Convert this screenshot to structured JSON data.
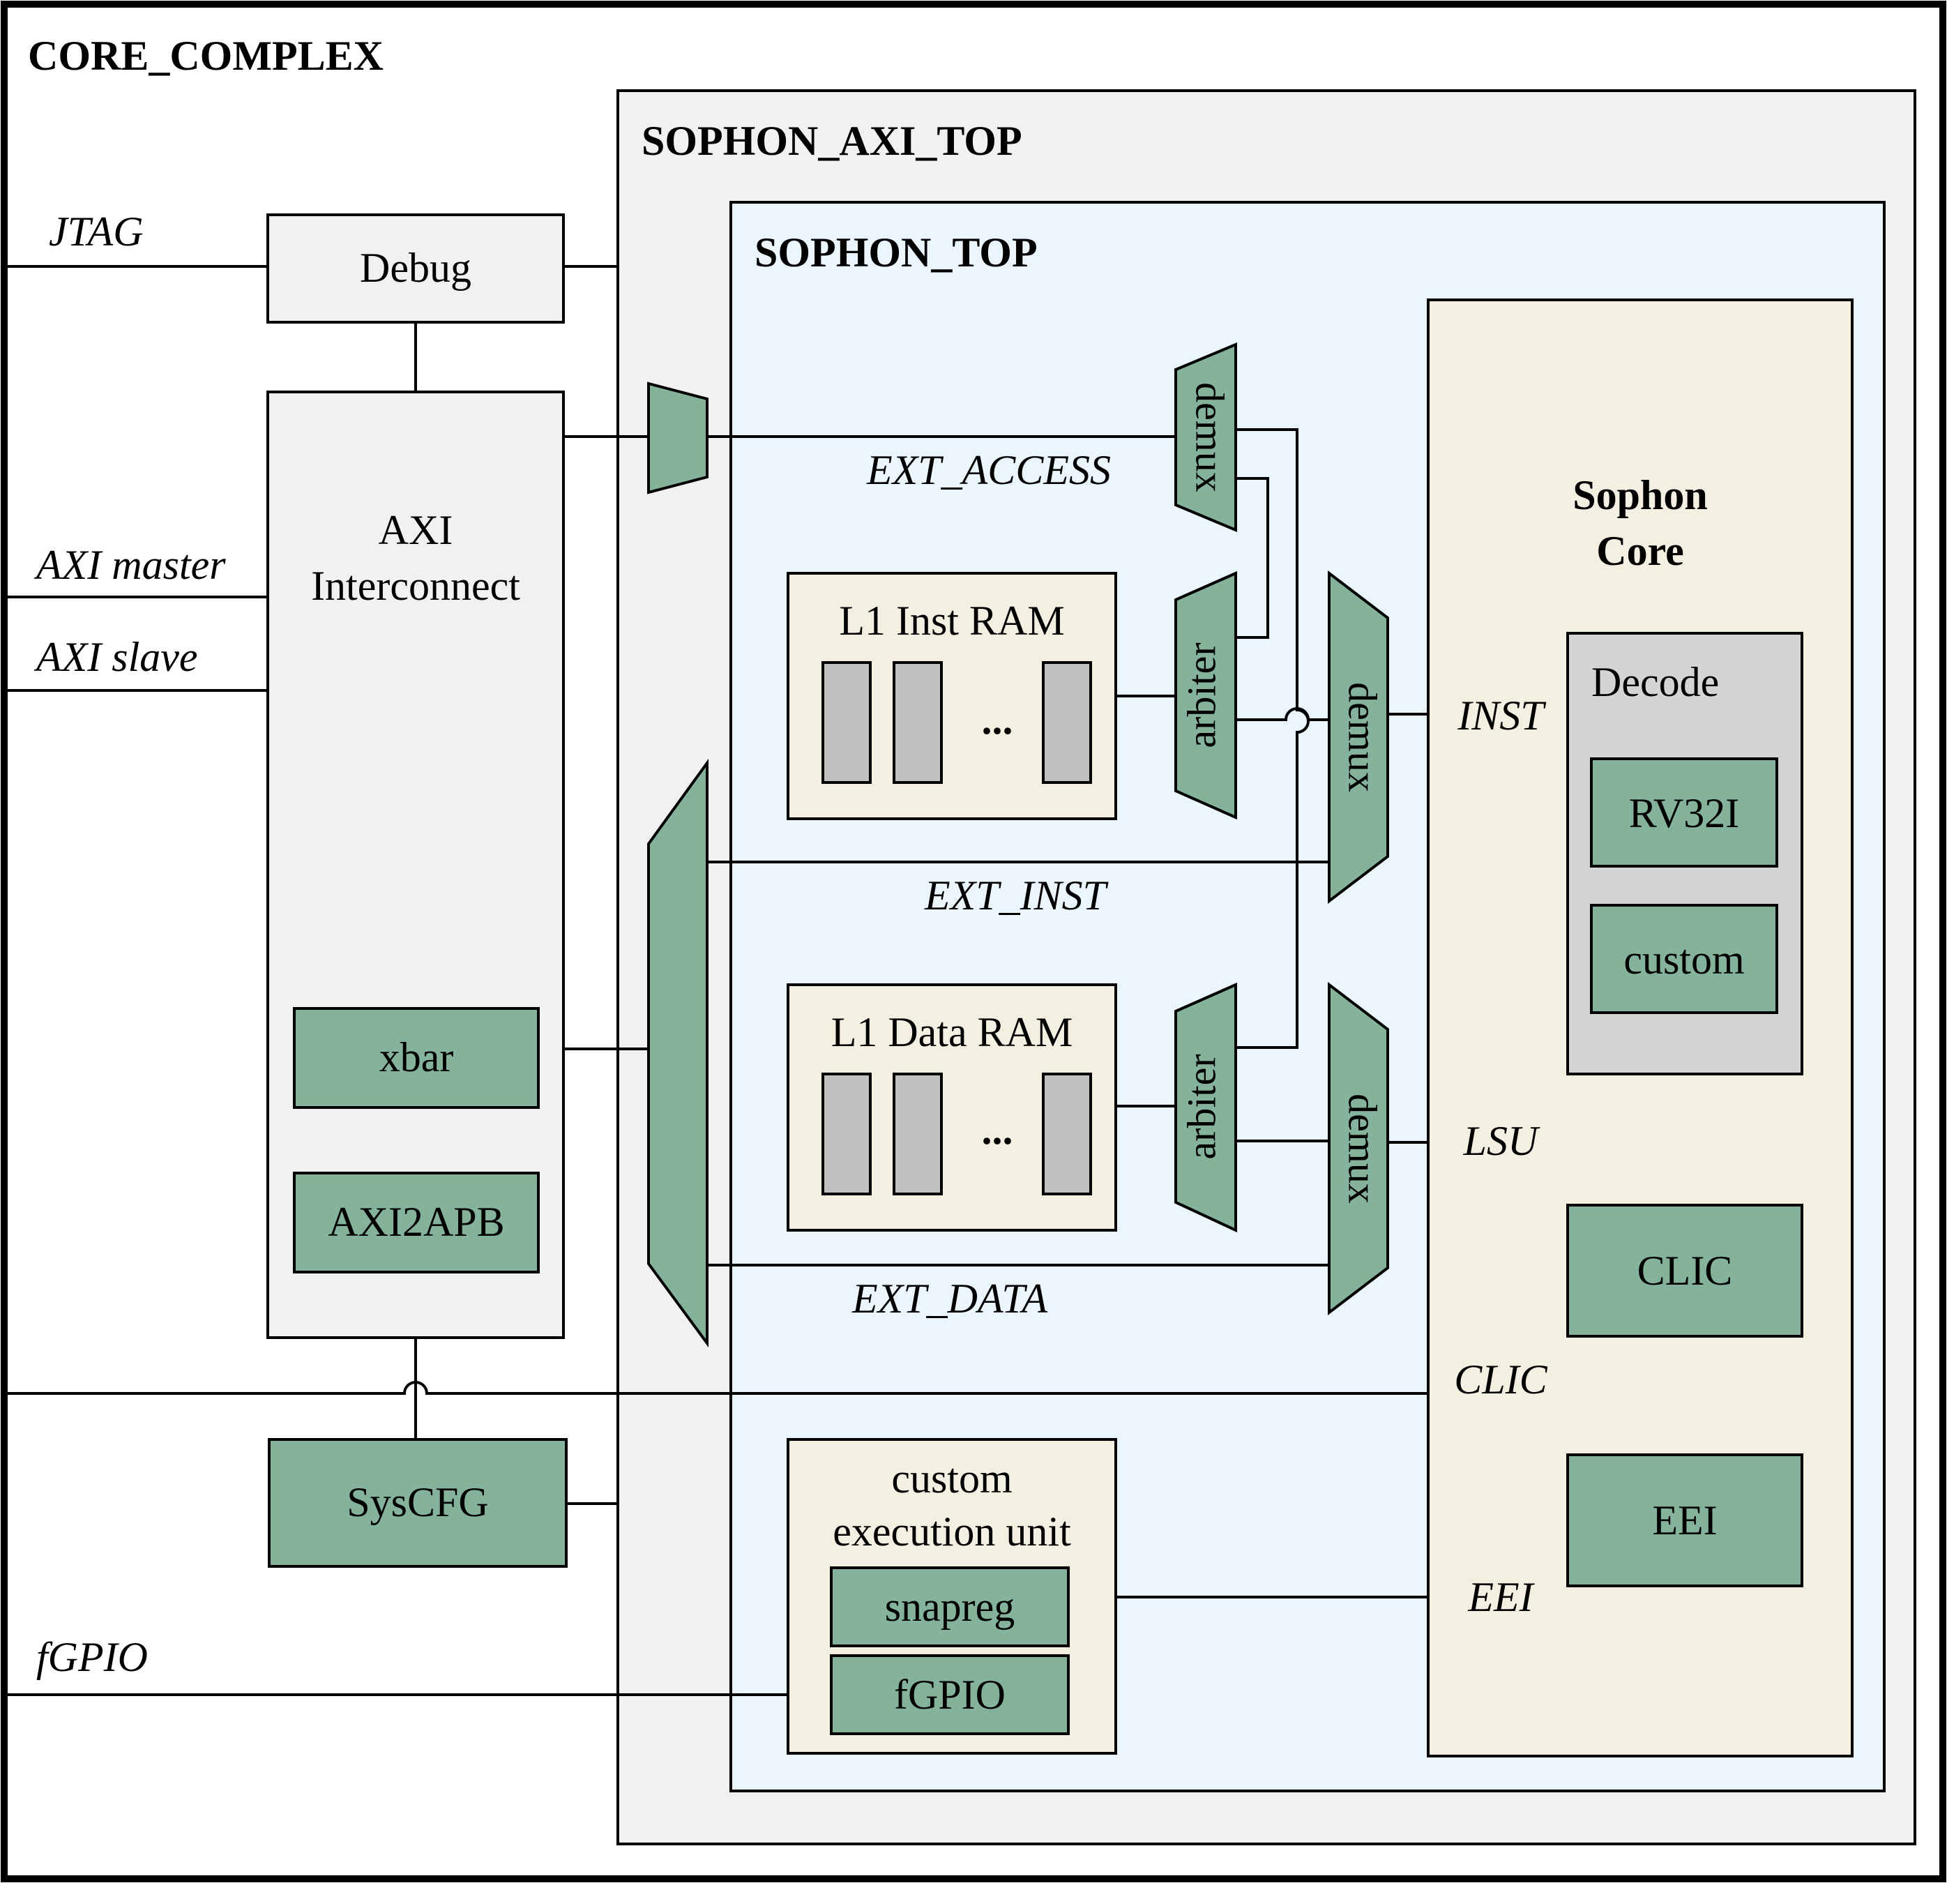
{
  "containers": {
    "core_complex": "CORE_COMPLEX",
    "sophon_axi_top": "SOPHON_AXI_TOP",
    "sophon_top": "SOPHON_TOP",
    "sophon_core_line1": "Sophon",
    "sophon_core_line2": "Core"
  },
  "blocks": {
    "debug": "Debug",
    "axi_interconnect_line1": "AXI",
    "axi_interconnect_line2": "Interconnect",
    "xbar": "xbar",
    "axi2apb": "AXI2APB",
    "syscfg": "SysCFG",
    "l1_inst_ram": "L1 Inst RAM",
    "l1_data_ram": "L1 Data RAM",
    "ram_ellipsis": "...",
    "demux": "demux",
    "arbiter": "arbiter",
    "custom_exec_line1": "custom",
    "custom_exec_line2": "execution unit",
    "snapreg": "snapreg",
    "fgpio": "fGPIO",
    "decode": "Decode",
    "rv32i": "RV32I",
    "custom": "custom",
    "clic": "CLIC",
    "eei": "EEI"
  },
  "signals": {
    "jtag": "JTAG",
    "axi_master": "AXI master",
    "axi_slave": "AXI slave",
    "fgpio": "fGPIO",
    "ext_access": "EXT_ACCESS",
    "ext_inst": "EXT_INST",
    "ext_data": "EXT_DATA",
    "inst": "INST",
    "lsu": "LSU",
    "clic": "CLIC",
    "eei": "EEI"
  },
  "colors": {
    "green": "#84b29a",
    "light_gray": "#f1f1f1",
    "light_blue": "#ebf5fc",
    "cream": "#f3f0e2",
    "mid_gray": "#d4d4d4",
    "bank_gray": "#c1c1c1"
  }
}
